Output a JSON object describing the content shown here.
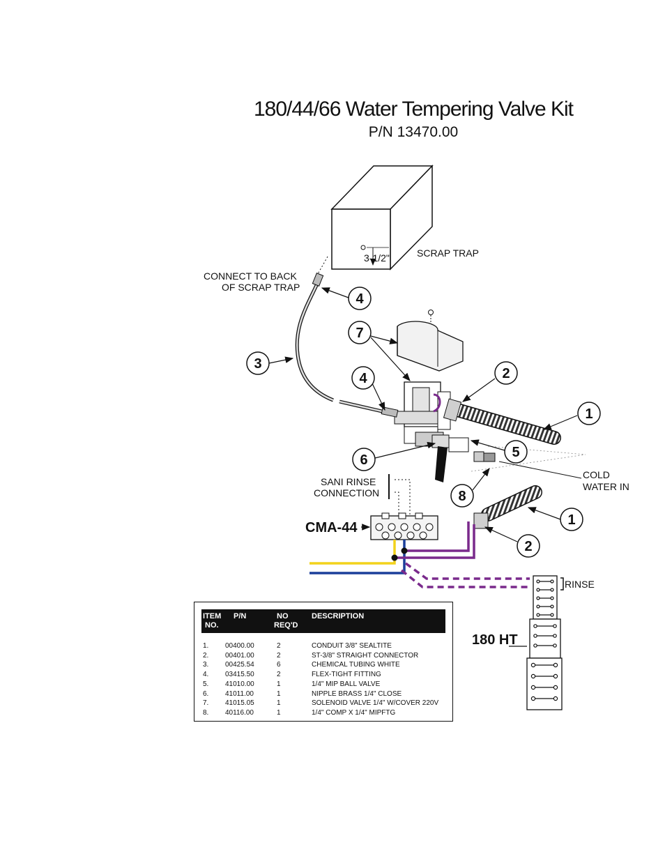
{
  "title": "180/44/66 Water Tempering Valve Kit",
  "part_number": "P/N 13470.00",
  "labels": {
    "scrap_trap": "SCRAP TRAP",
    "dimension": "3-1/2\"",
    "connect_back_line1": "CONNECT TO BACK",
    "connect_back_line2": "OF SCRAP TRAP",
    "sani_rinse_line1": "SANI RINSE",
    "sani_rinse_line2": "CONNECTION",
    "cold_water_line1": "COLD",
    "cold_water_line2": "WATER IN",
    "cma": "CMA-44",
    "ht": "180 HT",
    "rinse": "RINSE"
  },
  "callouts": {
    "c4_top": "4",
    "c7": "7",
    "c3": "3",
    "c4_mid": "4",
    "c2_top": "2",
    "c1_top": "1",
    "c5": "5",
    "c6": "6",
    "c8": "8",
    "c1_bottom": "1",
    "c2_bottom": "2"
  },
  "parts_table": {
    "headers": {
      "item_line1": "ITEM",
      "item_line2": "NO.",
      "pn": "P/N",
      "no_line1": "NO",
      "no_line2": "REQ'D",
      "description": "DESCRIPTION"
    },
    "rows": [
      {
        "item": "1.",
        "pn": "00400.00",
        "req": "2",
        "desc": "CONDUIT 3/8\" SEALTITE"
      },
      {
        "item": "2.",
        "pn": "00401.00",
        "req": "2",
        "desc": "ST-3/8\" STRAIGHT CONNECTOR"
      },
      {
        "item": "3.",
        "pn": "00425.54",
        "req": "6",
        "desc": "CHEMICAL TUBING WHITE"
      },
      {
        "item": "4.",
        "pn": "03415.50",
        "req": "2",
        "desc": "FLEX-TIGHT FITTING"
      },
      {
        "item": "5.",
        "pn": "41010.00",
        "req": "1",
        "desc": "1/4\" MIP BALL VALVE"
      },
      {
        "item": "6.",
        "pn": "41011.00",
        "req": "1",
        "desc": "NIPPLE BRASS 1/4\" CLOSE"
      },
      {
        "item": "7.",
        "pn": "41015.05",
        "req": "1",
        "desc": "SOLENOID VALVE 1/4\" W/COVER 220V"
      },
      {
        "item": "8.",
        "pn": "40116.00",
        "req": "1",
        "desc": "1/4\" COMP X 1/4\" MIPFTG"
      }
    ]
  },
  "colors": {
    "purple": "#7a2a8c",
    "yellow": "#f2d21b",
    "blue": "#1b3f9a",
    "ink": "#111111"
  }
}
